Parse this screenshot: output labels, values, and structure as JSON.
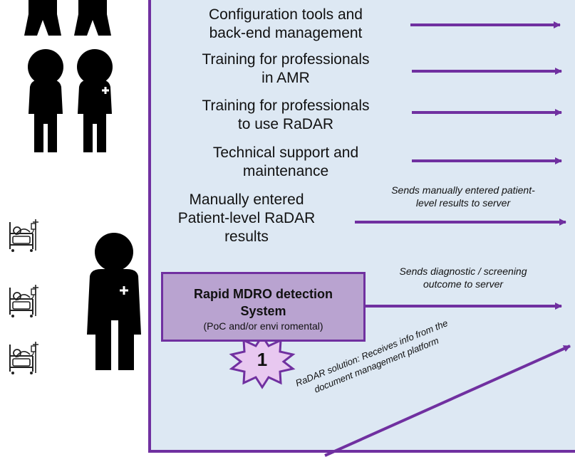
{
  "colors": {
    "accent": "#7030a0",
    "panel": "#dde8f3",
    "box_fill": "#b9a3d0",
    "burst": "#e8c8f0",
    "figure": "#000000"
  },
  "icons": [
    "person-icon",
    "doctor-icon",
    "patient-bed-icon",
    "arrow-icon",
    "starburst-badge-icon"
  ],
  "diagram": {
    "rows": [
      {
        "label_lines": [
          "Configuration tools and",
          "back-end management"
        ]
      },
      {
        "label_lines": [
          "Training for professionals",
          "in AMR"
        ]
      },
      {
        "label_lines": [
          "Training for professionals",
          "to use RaDAR"
        ]
      },
      {
        "label_lines": [
          "Technical support and",
          "maintenance"
        ]
      },
      {
        "label_lines": [
          "Manually entered",
          "Patient-level RaDAR",
          "results"
        ],
        "note_lines": [
          "Sends manually  entered patient-",
          "level results to server"
        ]
      }
    ],
    "system_box": {
      "title_lines": [
        "Rapid MDRO detection",
        "System"
      ],
      "subtitle": "(PoC and/or envi romental)",
      "note_lines": [
        "Sends diagnostic / screening",
        "outcome to server"
      ],
      "badge": "1"
    },
    "diagonal_note_lines": [
      "RaDAR  solution: Receives info from the",
      "document  management  platform"
    ]
  }
}
